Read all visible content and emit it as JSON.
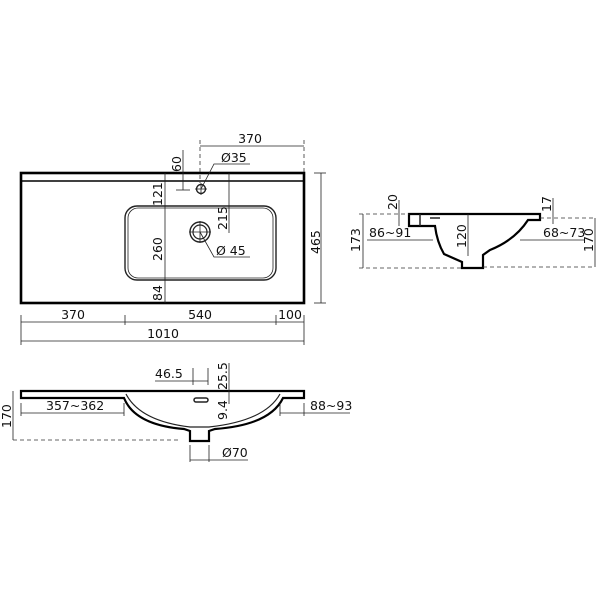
{
  "drawing": {
    "title": "Washbasin technical drawing",
    "top_view": {
      "overall_width": "1010",
      "left_segment": "370",
      "bowl_width": "540",
      "right_segment": "100",
      "depth": "465",
      "tap_hole_offset_right": "370",
      "tap_hole_diameter": "Ø35",
      "tap_hole_from_back": "60",
      "back_to_bowl": "121",
      "bowl_depth": "260",
      "bowl_to_front": "84",
      "drain_from_back": "215",
      "drain_diameter": "Ø 45"
    },
    "side_view": {
      "top_dim": "20",
      "left_total_height": "173",
      "left_overhang": "86~91",
      "bowl_depth": "120",
      "right_top_dim": "17",
      "right_overhang": "68~73",
      "right_total_height": "170"
    },
    "front_view": {
      "overflow_offset": "46.5",
      "overflow_top": "25.5",
      "overflow_height": "9.4",
      "left_overhang": "357~362",
      "right_overhang": "88~93",
      "total_height": "170",
      "drain_diameter": "Ø70"
    }
  }
}
